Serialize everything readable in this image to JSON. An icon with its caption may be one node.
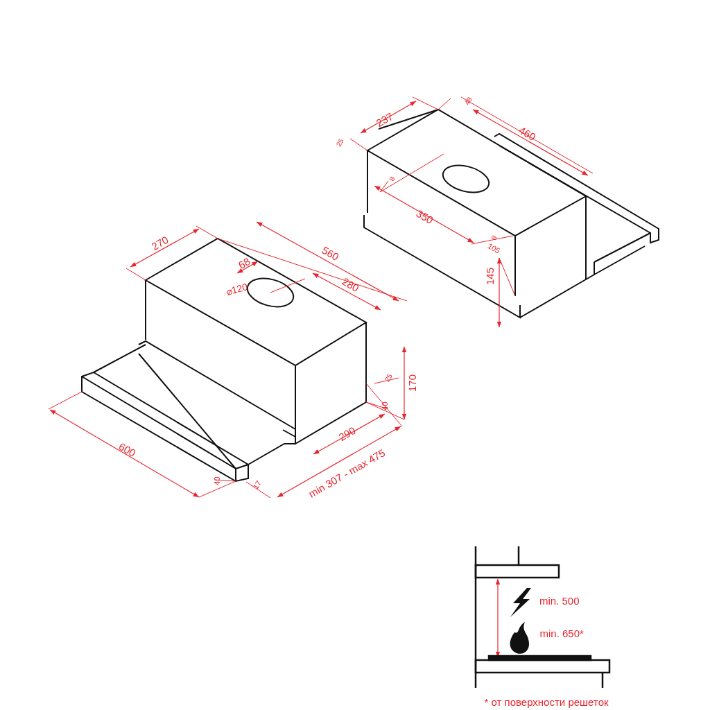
{
  "diagram": {
    "labels": [
      "237",
      "48",
      "25",
      "460",
      "8",
      "350",
      "8",
      "105",
      "145",
      "270",
      "560",
      "68",
      "⌀120",
      "280",
      "25",
      "170",
      "40",
      "600",
      "290",
      "min 307 - max 475",
      "40",
      "17",
      "min. 500",
      "min. 650*",
      "* от поверхности решеток"
    ]
  }
}
